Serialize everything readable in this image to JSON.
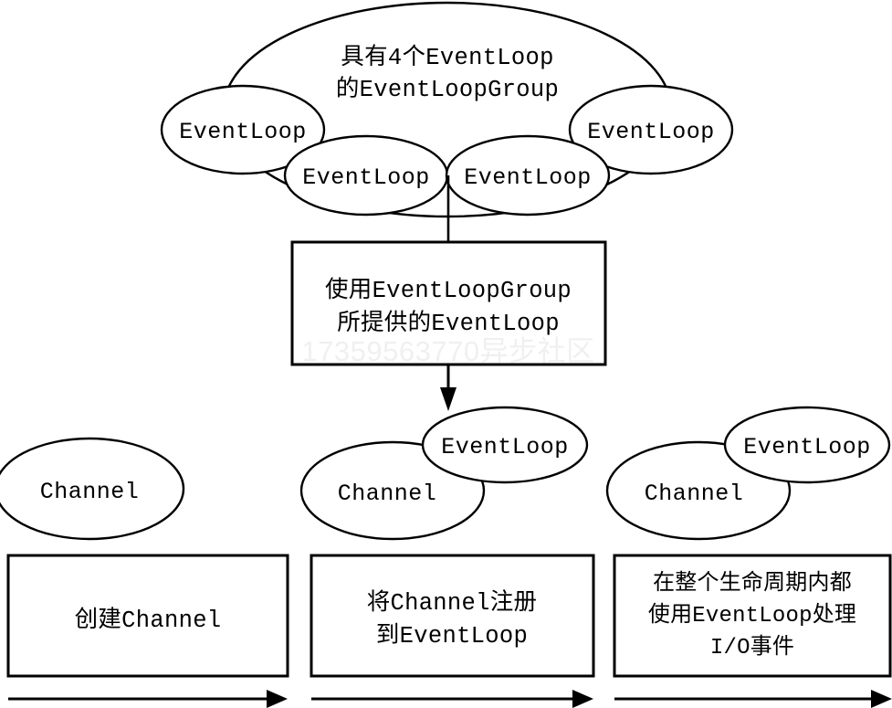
{
  "diagram": {
    "title_text": "具有4个EventLoop\n的EventLoopGroup",
    "cloud": {
      "label_line1": "具有4个EventLoop",
      "label_line2": "的EventLoopGroup",
      "event_loops": [
        {
          "label": "EventLoop"
        },
        {
          "label": "EventLoop"
        },
        {
          "label": "EventLoop"
        },
        {
          "label": "EventLoop"
        }
      ]
    },
    "middle_box": {
      "line1": "使用EventLoopGroup",
      "line2": "所提供的EventLoop"
    },
    "watermark": "17359563770异步社区",
    "columns": [
      {
        "channel_label": "Channel",
        "eventloop_label": "",
        "has_eventloop": false,
        "box_lines": [
          "创建Channel"
        ]
      },
      {
        "channel_label": "Channel",
        "eventloop_label": "EventLoop",
        "has_eventloop": true,
        "box_lines": [
          "将Channel注册",
          "到EventLoop"
        ]
      },
      {
        "channel_label": "Channel",
        "eventloop_label": "EventLoop",
        "has_eventloop": true,
        "box_lines": [
          "在整个生命周期内都",
          "使用EventLoop处理",
          "I/O事件"
        ]
      }
    ],
    "colors": {
      "stroke": "#000000",
      "fill": "#ffffff",
      "watermark": "#f0f0f0"
    }
  }
}
